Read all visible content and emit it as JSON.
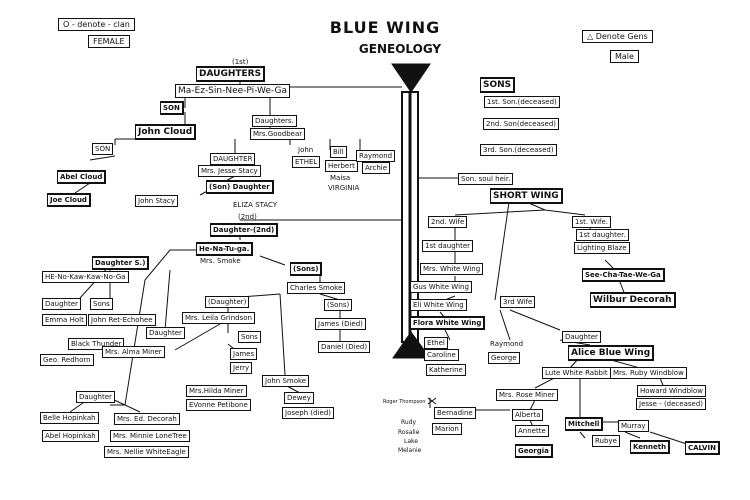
{
  "title": "BLUE WING",
  "subtitle": "GENEOLOGY",
  "key_female": {
    "symbol": "O",
    "denote": "- denote - clan",
    "label": "FEMALE"
  },
  "key_male": {
    "symbol": "△",
    "denote": "Denote Gens",
    "label": "Male"
  },
  "nodes": {
    "daughters_1st_tag": "(1st)",
    "daughters_1st": "DAUGHTERS",
    "ma_ez": "Ma-Ez-Sin-Nee-Pi-We-Ga",
    "son_l": "SON",
    "john_cloud": "John Cloud",
    "son_l2": "SON",
    "abel_cloud": "Abel Cloud",
    "joe_cloud": "Joe Cloud",
    "daughters_g": "Daughters.",
    "mrs_goodbear": "Mrs.Goodbear",
    "john": "John",
    "ethel": "ETHEL",
    "bill": "Bill",
    "herbert": "Herbert",
    "raymond_t": "Raymond",
    "archie": "Archie",
    "maisa": "Maisa",
    "virginia": "VIRGINIA",
    "daughter_js": "DAUGHTER",
    "mrs_jesse_stacy": "Mrs. Jesse Stacy",
    "son_daughter": "(Son)  Daughter",
    "john_stacy": "John Stacy",
    "eliza_stacy": "ELIZA STACY",
    "daughter_2nd_tag": "(2nd)",
    "daughter_2nd": "Daughter-(2nd)",
    "he_na_tu_ga": "He-Na-Tu-ga.",
    "mrs_smoke": "Mrs. Smoke",
    "sons_smoke": "(Sons)",
    "charles_smoke": "Charles Smoke",
    "sons_cs": "(Sons)",
    "james_died": "James (Died)",
    "daniel_died": "Daniel (Died)",
    "daughter_s3": "Daughter S.)",
    "he_no": "HE-No-Kaw-Kaw-No-Ga",
    "daughter_l": "Daughter",
    "sons_l": "Sons",
    "emma_holt": "Emma Holt",
    "john_ret": "John Ret-Echohee",
    "daughter_l2": "Daughter",
    "black_thunder": "Black Thunder",
    "mrs_alma_miner": "Mrs. Alma Miner",
    "geo_redhorn": "Geo. Redhorn",
    "daughter_hs": "(Daughter)",
    "mrs_leila": "Mrs. Leila Grindson",
    "sons_j": "Sons",
    "james": "James",
    "jerry": "Jerry",
    "john_smoke": "John Smoke",
    "mrs_hilda_miner": "Mrs.Hilda Miner",
    "evonne": "EVonne Petibone",
    "dewey": "Dewey",
    "joseph": "Joseph (died)",
    "daughter_b": "Daughter",
    "belle": "Belle Hopinkah",
    "abel_hop": "Abel Hopinkah",
    "mrs_ed": "Mrs. Ed. Decorah",
    "mrs_minnie": "Mrs. Minnie LoneTree",
    "mrs_nellie": "Mrs. Nellie WhiteEagle",
    "sons_r": "SONS",
    "son1": "1st. Son.(deceased)",
    "son2": "2nd. Son(deceased)",
    "son3": "3rd. Son.(deceased)",
    "son_soul_heir": "Son. soul heir.",
    "short_wing": "SHORT WING",
    "wife2": "2nd. Wife",
    "wife1": "1st. Wife.",
    "first_daughter": "1st daughter",
    "first_daughter_r": "1st daughter.",
    "mrs_white_wing": "Mrs. White Wing",
    "lighting_blaze": "Lighting Blaze",
    "see_cha": "See-Cha-Tae-We-Ga",
    "gus_white_wing": "Gus White Wing",
    "eli_white_wing": "Eli White Wing",
    "flora_white_wing": "Flora White Wing",
    "ethel_r": "Ethel",
    "caroline": "Caroline",
    "katherine": "Katherine",
    "wilbur_decorah": "Wilbur Decorah",
    "wife3": "3rd Wife",
    "raymond_r": "Raymond",
    "george": "George",
    "daughter_r": "Daughter",
    "alice_blue_wing": "Alice Blue Wing",
    "lute_white_rabbit": "Lute White Rabbit",
    "mrs_ruby": "Mrs. Ruby Windblow",
    "mrs_rose_miner": "Mrs. Rose Miner",
    "howard": "Howard Windblow",
    "jesse_dec": "Jesse - (deceased)",
    "alberta": "Alberta",
    "annette": "Annette",
    "georgia": "Georgia",
    "mitchell": "Mitchell",
    "murray": "Murray",
    "rubye": "Rubye",
    "kenneth": "Kenneth",
    "calvin": "CALVIN",
    "roger": "Roger Thompson",
    "bernadine": "Bernadine",
    "marion": "Marion",
    "rosalie": "Rosalie",
    "lake": "Lake",
    "melanie": "Melanie",
    "rudy": "Rudy"
  }
}
